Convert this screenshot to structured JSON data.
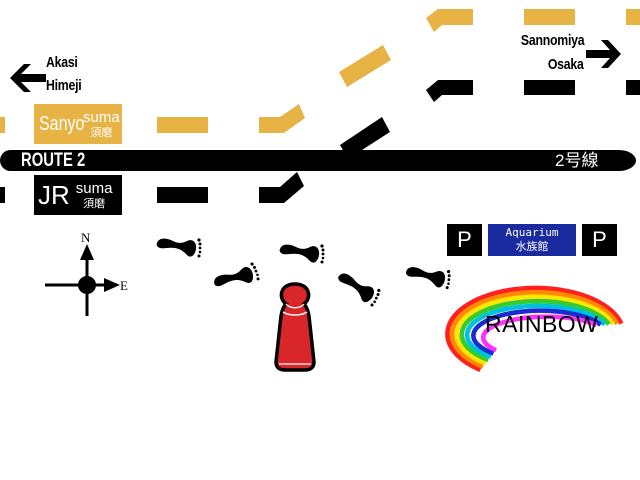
{
  "map": {
    "directions": {
      "west": {
        "lines": [
          "Akasi",
          "Himeji"
        ],
        "arrow": "arrow-left"
      },
      "east": {
        "lines": [
          "Sannomiya",
          "Osaka"
        ],
        "arrow": "arrow-right"
      }
    },
    "stations": {
      "sanyo": {
        "line": "Sanyo",
        "name_en": "suma",
        "name_jp": "須磨",
        "color": "#e8b345"
      },
      "jr": {
        "line": "JR",
        "name_en": "suma",
        "name_jp": "須磨",
        "color": "#000000"
      }
    },
    "route": {
      "label_en": "ROUTE 2",
      "label_jp": "2号線",
      "color": "#000000"
    },
    "railways": {
      "sanyo_color": "#e8b345",
      "jr_color": "#000000"
    },
    "parking": {
      "left": "P",
      "right": "P"
    },
    "aquarium": {
      "name_en": "Aquarium",
      "name_jp": "水族館",
      "color": "#1a2ba0"
    },
    "compass": {
      "north": "N",
      "east": "E"
    },
    "landmark": {
      "name": "RAINBOW"
    },
    "player": {
      "icon": "red-game-piece",
      "color": "#d9262a"
    },
    "footprints": {
      "count": 5,
      "icon": "footprint"
    }
  }
}
